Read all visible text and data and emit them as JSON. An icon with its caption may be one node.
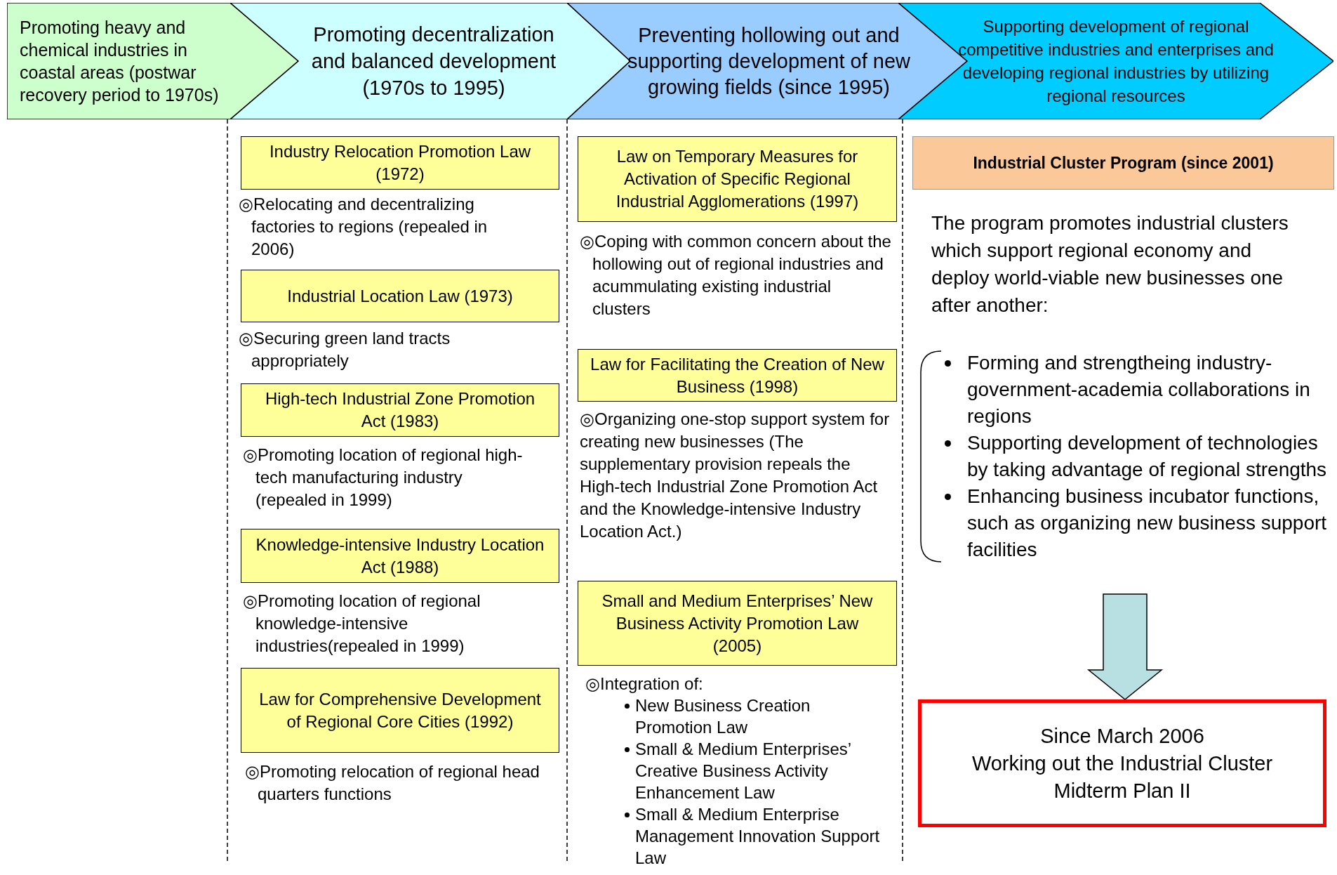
{
  "diagram": {
    "nodes": [
      {
        "text": [
          "Promoting heavy and chemical industries in coastal areas (postwar recovery period to 1970s)"
        ]
      },
      {
        "text": [
          "Promoting decentralization and balanced development (1970s to 1995)"
        ]
      },
      {
        "text": [
          "Preventing hollowing out and supporting development of new growing fields  (since 1995)"
        ]
      },
      {
        "text": [
          "Supporting development of regional competitive industries and enterprises and developing regional industries by utilizing regional resources"
        ]
      },
      {
        "text": [
          "Industry Relocation Promotion Law (1972)"
        ],
        "beside": [
          "◎Relocating and decentralizing factories to regions (repealed in 2006)"
        ]
      },
      {
        "text": [
          "Industrial Location Law (1973)"
        ],
        "beside": [
          "◎Securing green land tracts appropriately"
        ]
      },
      {
        "text": [
          "High-tech Industrial Zone Promotion Act (1983)"
        ],
        "beside": [
          "◎Promoting location of regional high-tech manufacturing industry (repealed in 1999)"
        ]
      },
      {
        "text": [
          "Knowledge-intensive Industry Location Act (1988)"
        ],
        "beside": [
          "◎Promoting location of regional knowledge-intensive industries(repealed in 1999)"
        ]
      },
      {
        "text": [
          "Law for Comprehensive Development of Regional Core Cities (1992)"
        ],
        "beside": [
          "◎Promoting relocation of regional head quarters functions"
        ]
      },
      {
        "text": [
          "Law on Temporary Measures for Activation of Specific Regional Industrial Agglomerations (1997)"
        ],
        "beside": [
          "◎Coping with common concern about the hollowing out of regional industries and acummulating existing industrial clusters"
        ]
      },
      {
        "text": [
          "Law for Facilitating the Creation of New Business (1998)"
        ],
        "beside": [
          "◎Organizing one-stop support system for creating new businesses (The supplementary provision repeals the High-tech Industrial Zone Promotion Act and the Knowledge-intensive Industry Location Act.)"
        ]
      },
      {
        "text": [
          "Small and Medium Enterprises’ New Business Activity Promotion Law (2005)"
        ],
        "beside": [
          "◎Integration of:",
          "New Business Creation Promotion Law",
          "Small & Medium Enterprises’ Creative Business Activity Enhancement Law",
          "Small & Medium Enterprise Management Innovation Support Law"
        ]
      },
      {
        "text": [
          "Industrial Cluster Program (since 2001)"
        ]
      },
      {
        "text": [
          "Since March 2006",
          "Working out the Industrial Cluster Midterm Plan II"
        ]
      },
      {
        "text": [
          "Forming and strengtheing industry-government-academia collaborations in regions",
          "Supporting development of technologies by taking advantage of regional strengths",
          "Enhancing business incubator functions, such as organizing new business support facilities"
        ]
      }
    ],
    "edges": [
      {
        "from": 14,
        "to": 13,
        "arrow": "to"
      }
    ],
    "labels": [
      "The program promotes industrial clusters which support regional economy and deploy world-viable new businesses one after another:"
    ]
  }
}
